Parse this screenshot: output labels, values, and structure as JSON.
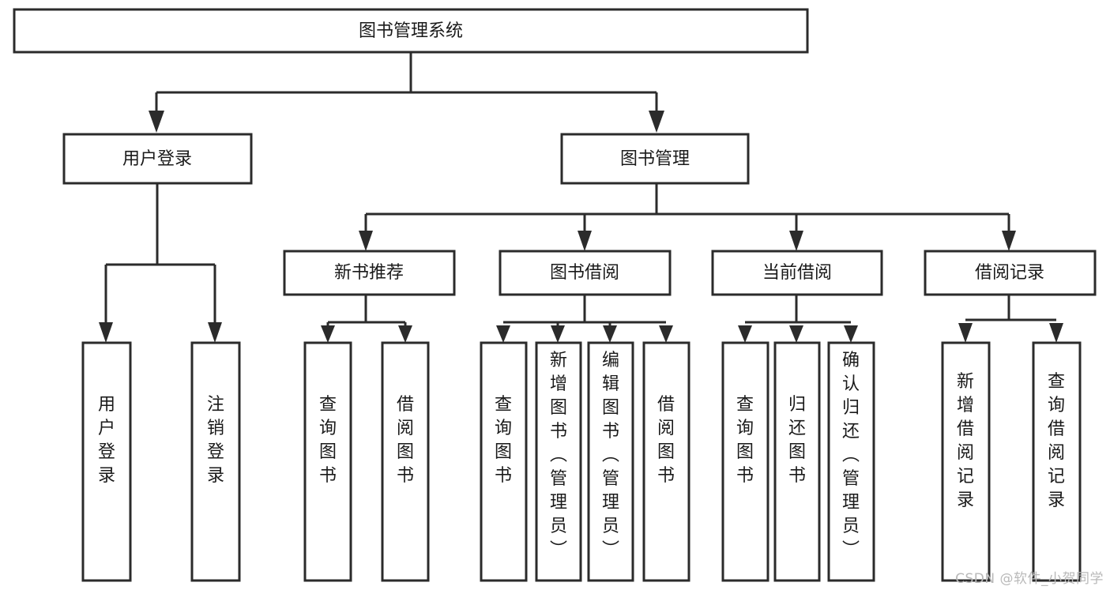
{
  "diagram": {
    "type": "tree-hierarchy",
    "title": "图书管理系统",
    "watermark": "CSDN @软件_小贺同学",
    "colors": {
      "background": "#ffffff",
      "stroke": "#2b2b2b",
      "box_fill": "#ffffff",
      "text": "#1a1a1a",
      "watermark": "#b9b9b9"
    },
    "levels": {
      "level0": [
        {
          "id": "root",
          "label": "图书管理系统"
        }
      ],
      "level1": [
        {
          "id": "user-login",
          "label": "用户登录",
          "parent": "root"
        },
        {
          "id": "book-manage",
          "label": "图书管理",
          "parent": "root"
        }
      ],
      "level2": [
        {
          "id": "new-book-rec",
          "label": "新书推荐",
          "parent": "book-manage"
        },
        {
          "id": "book-borrow",
          "label": "图书借阅",
          "parent": "book-manage"
        },
        {
          "id": "current-borrow",
          "label": "当前借阅",
          "parent": "book-manage"
        },
        {
          "id": "borrow-record",
          "label": "借阅记录",
          "parent": "book-manage"
        }
      ],
      "level3": [
        {
          "id": "leaf-user-login",
          "label": "用户登录",
          "parent": "user-login"
        },
        {
          "id": "leaf-logout",
          "label": "注销登录",
          "parent": "user-login"
        },
        {
          "id": "leaf-query-book-1",
          "label": "查询图书",
          "parent": "new-book-rec"
        },
        {
          "id": "leaf-borrow-book-1",
          "label": "借阅图书",
          "parent": "new-book-rec"
        },
        {
          "id": "leaf-query-book-2",
          "label": "查询图书",
          "parent": "book-borrow"
        },
        {
          "id": "leaf-add-book",
          "label": "新增图书（管理员）",
          "parent": "book-borrow"
        },
        {
          "id": "leaf-edit-book",
          "label": "编辑图书（管理员）",
          "parent": "book-borrow"
        },
        {
          "id": "leaf-borrow-book-2",
          "label": "借阅图书",
          "parent": "book-borrow"
        },
        {
          "id": "leaf-query-book-3",
          "label": "查询图书",
          "parent": "current-borrow"
        },
        {
          "id": "leaf-return-book",
          "label": "归还图书",
          "parent": "current-borrow"
        },
        {
          "id": "leaf-confirm-return",
          "label": "确认归还（管理员）",
          "parent": "current-borrow"
        },
        {
          "id": "leaf-add-record",
          "label": "新增借阅记录",
          "parent": "borrow-record"
        },
        {
          "id": "leaf-query-record",
          "label": "查询借阅记录",
          "parent": "borrow-record"
        }
      ]
    }
  }
}
